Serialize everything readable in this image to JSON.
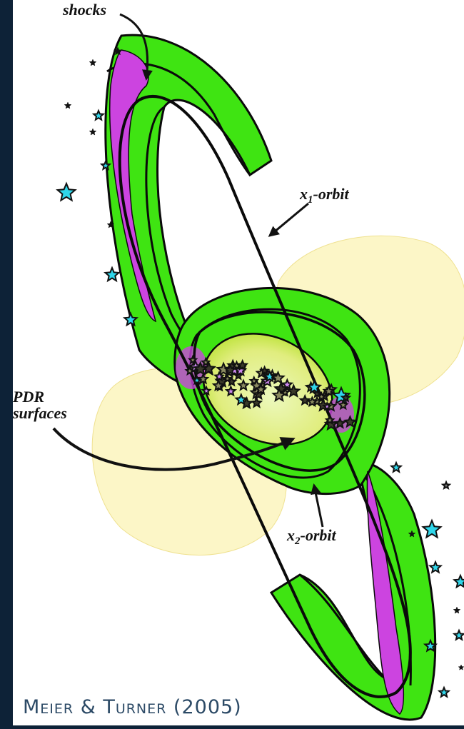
{
  "labels": {
    "shocks": "shocks",
    "x1_prefix": "x",
    "x1_sub": "1",
    "x1_suffix": "-orbit",
    "x2_prefix": "x",
    "x2_sub": "2",
    "x2_suffix": "-orbit",
    "pdr_line1": "PDR",
    "pdr_line2": "surfaces"
  },
  "credit": "Meier & Turner (2005)",
  "colors": {
    "background": "#0d2237",
    "panel": "#ffffff",
    "bar_green": "#3fe412",
    "shock_magenta": "#cc44e0",
    "pdr_yellow": "#fbf3a8",
    "star_cyan": "#2fd6ea"
  }
}
